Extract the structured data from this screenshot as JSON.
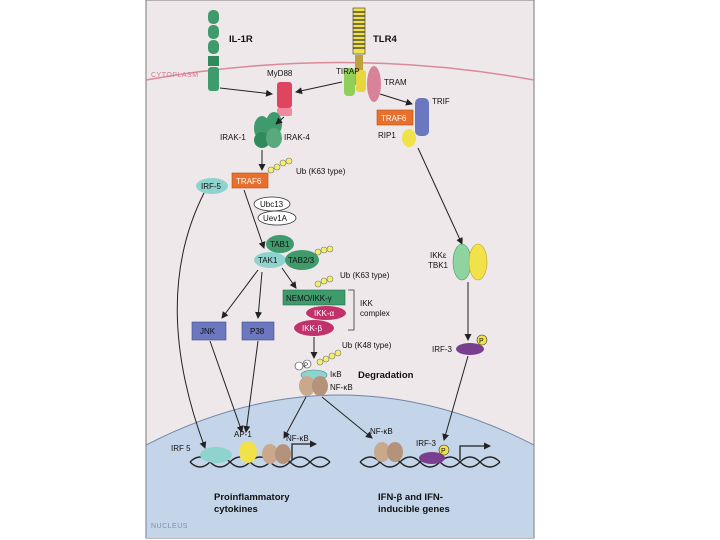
{
  "receptors": {
    "il1r": "IL-1R",
    "tlr4": "TLR4"
  },
  "compartments": {
    "cytoplasm": "CYTOPLASM",
    "nucleus": "NUCLEUS"
  },
  "adaptors": {
    "myd88": "MyD88",
    "tirap": "TIRAP",
    "tram": "TRAM",
    "trif": "TRIF",
    "traf6_right": "TRAF6",
    "rip1": "RIP1"
  },
  "kinases": {
    "irak1": "IRAK-1",
    "irak4": "IRAK-4",
    "traf6_left": "TRAF6",
    "irf5": "IRF-5",
    "ub_k63_1": "Ub (K63 type)",
    "ubc13": "Ubc13",
    "uev1a": "Uev1A",
    "tab1": "TAB1",
    "tak1": "TAK1",
    "tab23": "TAB2/3",
    "ub_k63_2": "Ub (K63 type)"
  },
  "ikk": {
    "nemo": "NEMO/IKK-γ",
    "ikka": "IKK-α",
    "ikkb": "IKK-β",
    "complex_line1": "IKK",
    "complex_line2": "complex"
  },
  "mapk": {
    "jnk": "JNK",
    "p38": "P38"
  },
  "nfkb_path": {
    "ub_k48": "Ub (K48 type)",
    "p": "P",
    "ikb": "IκB",
    "nfkb": "NF-κB",
    "degradation": "Degradation"
  },
  "trif_path": {
    "ikke": "IKKε",
    "tbk1": "TBK1",
    "irf3": "IRF-3",
    "p": "P"
  },
  "nucleus": {
    "irf5": "IRF 5",
    "ap1": "AP-1",
    "nfkb_left": "NF-κB",
    "nfkb_right": "NF-κB",
    "irf3": "IRF-3",
    "p": "P",
    "left_out_1": "Proinflammatory",
    "left_out_2": "cytokines",
    "right_out_1": "IFN-β and IFN-",
    "right_out_2": "inducible genes"
  },
  "colors": {
    "panel": "#efe8ea",
    "nucleus": "#c4d5ea",
    "green": "#3f9a6c",
    "orange": "#e8702c",
    "red": "#e04560",
    "blue": "#6b78c0",
    "magenta": "#c1326b",
    "teal": "#8fd3cf",
    "yellow": "#f2e24a",
    "purple": "#7a3e8f",
    "tan": "#c9a88c"
  }
}
